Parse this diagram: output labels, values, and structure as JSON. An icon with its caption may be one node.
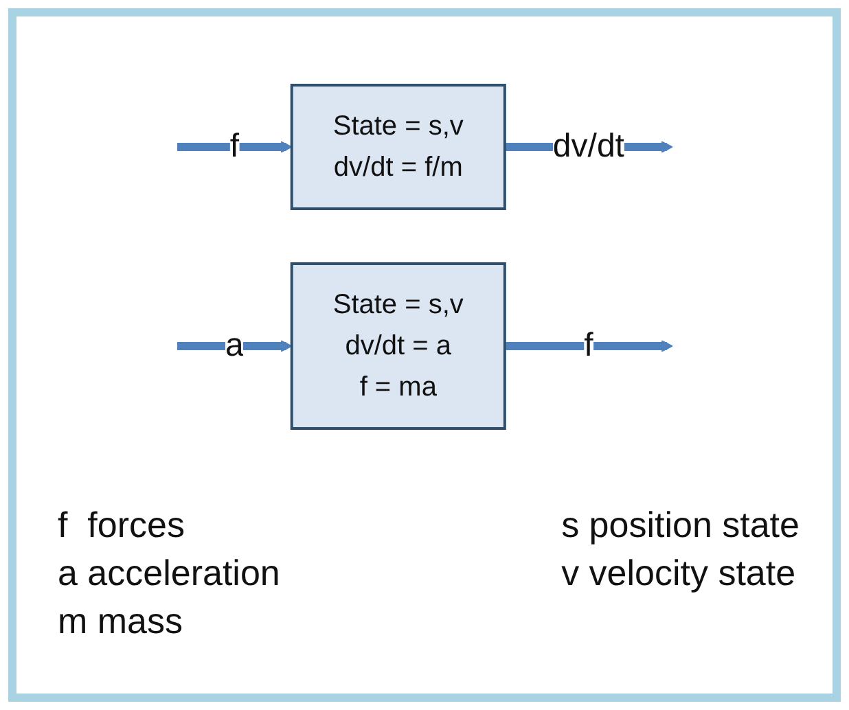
{
  "diagram": {
    "nodes": [
      {
        "text": [
          "State = s,v",
          "dv/dt = f/m"
        ]
      },
      {
        "text": [
          "State = s,v",
          "dv/dt = a",
          "f = ma"
        ]
      }
    ],
    "edges": [
      {
        "from": null,
        "to": 0,
        "arrow": "to",
        "label": "f"
      },
      {
        "from": 0,
        "to": null,
        "arrow": "to",
        "label": "dv/dt"
      },
      {
        "from": null,
        "to": 1,
        "arrow": "to",
        "label": "a"
      },
      {
        "from": 1,
        "to": null,
        "arrow": "to",
        "label": "f"
      }
    ],
    "labels": [
      "f  forces",
      "s position state",
      "a acceleration",
      "v velocity state",
      "m mass"
    ]
  }
}
